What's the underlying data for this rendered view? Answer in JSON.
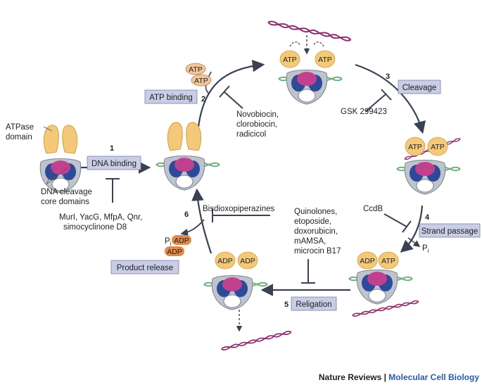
{
  "labels": {
    "atpase": "ATPase",
    "domain": "domain",
    "dna_cleavage": "DNA cleavage",
    "core_domains": "core domains",
    "inhibitors_dna_binding": [
      "MurI, YacG, MfpA, Qnr,",
      "simocyclinone D8"
    ],
    "inhibitors_atp_binding": [
      "Novobiocin,",
      "clorobiocin,",
      "radicicol"
    ],
    "inhibitor_cleavage": "GSK 299423",
    "inhibitor_strand_passage": "CcdB",
    "inhibitor_product_release": "Bisdioxopiperazines",
    "inhibitors_religation": [
      "Quinolones,",
      "etoposide,",
      "doxorubicin,",
      "mAMSA,",
      "microcin B17"
    ],
    "pi": "P",
    "pi_sub": "i"
  },
  "steps": [
    {
      "number": "1",
      "label": "DNA binding"
    },
    {
      "number": "2",
      "label": "ATP binding"
    },
    {
      "number": "3",
      "label": "Cleavage"
    },
    {
      "number": "4",
      "label": "Strand passage"
    },
    {
      "number": "5",
      "label": "Religation"
    },
    {
      "number": "6",
      "label": "Product release"
    }
  ],
  "nucleotides": {
    "atp": "ATP",
    "adp": "ADP"
  },
  "credit": {
    "journal": "Nature Reviews",
    "separator": " | ",
    "section": "Molecular Cell Biology"
  },
  "colors": {
    "atpase": "#f3c979",
    "atpase_stroke": "#d79b3a",
    "core": "#bfc3cc",
    "core_stroke": "#7b818e",
    "magenta": "#c1418f",
    "blue": "#2d4a9a",
    "green_dna": "#6fb07a",
    "purple_dna": "#8a2f6e",
    "label_box": "#c9cde6",
    "arrow": "#3a4150",
    "atp_fill": "#f0c79c"
  }
}
